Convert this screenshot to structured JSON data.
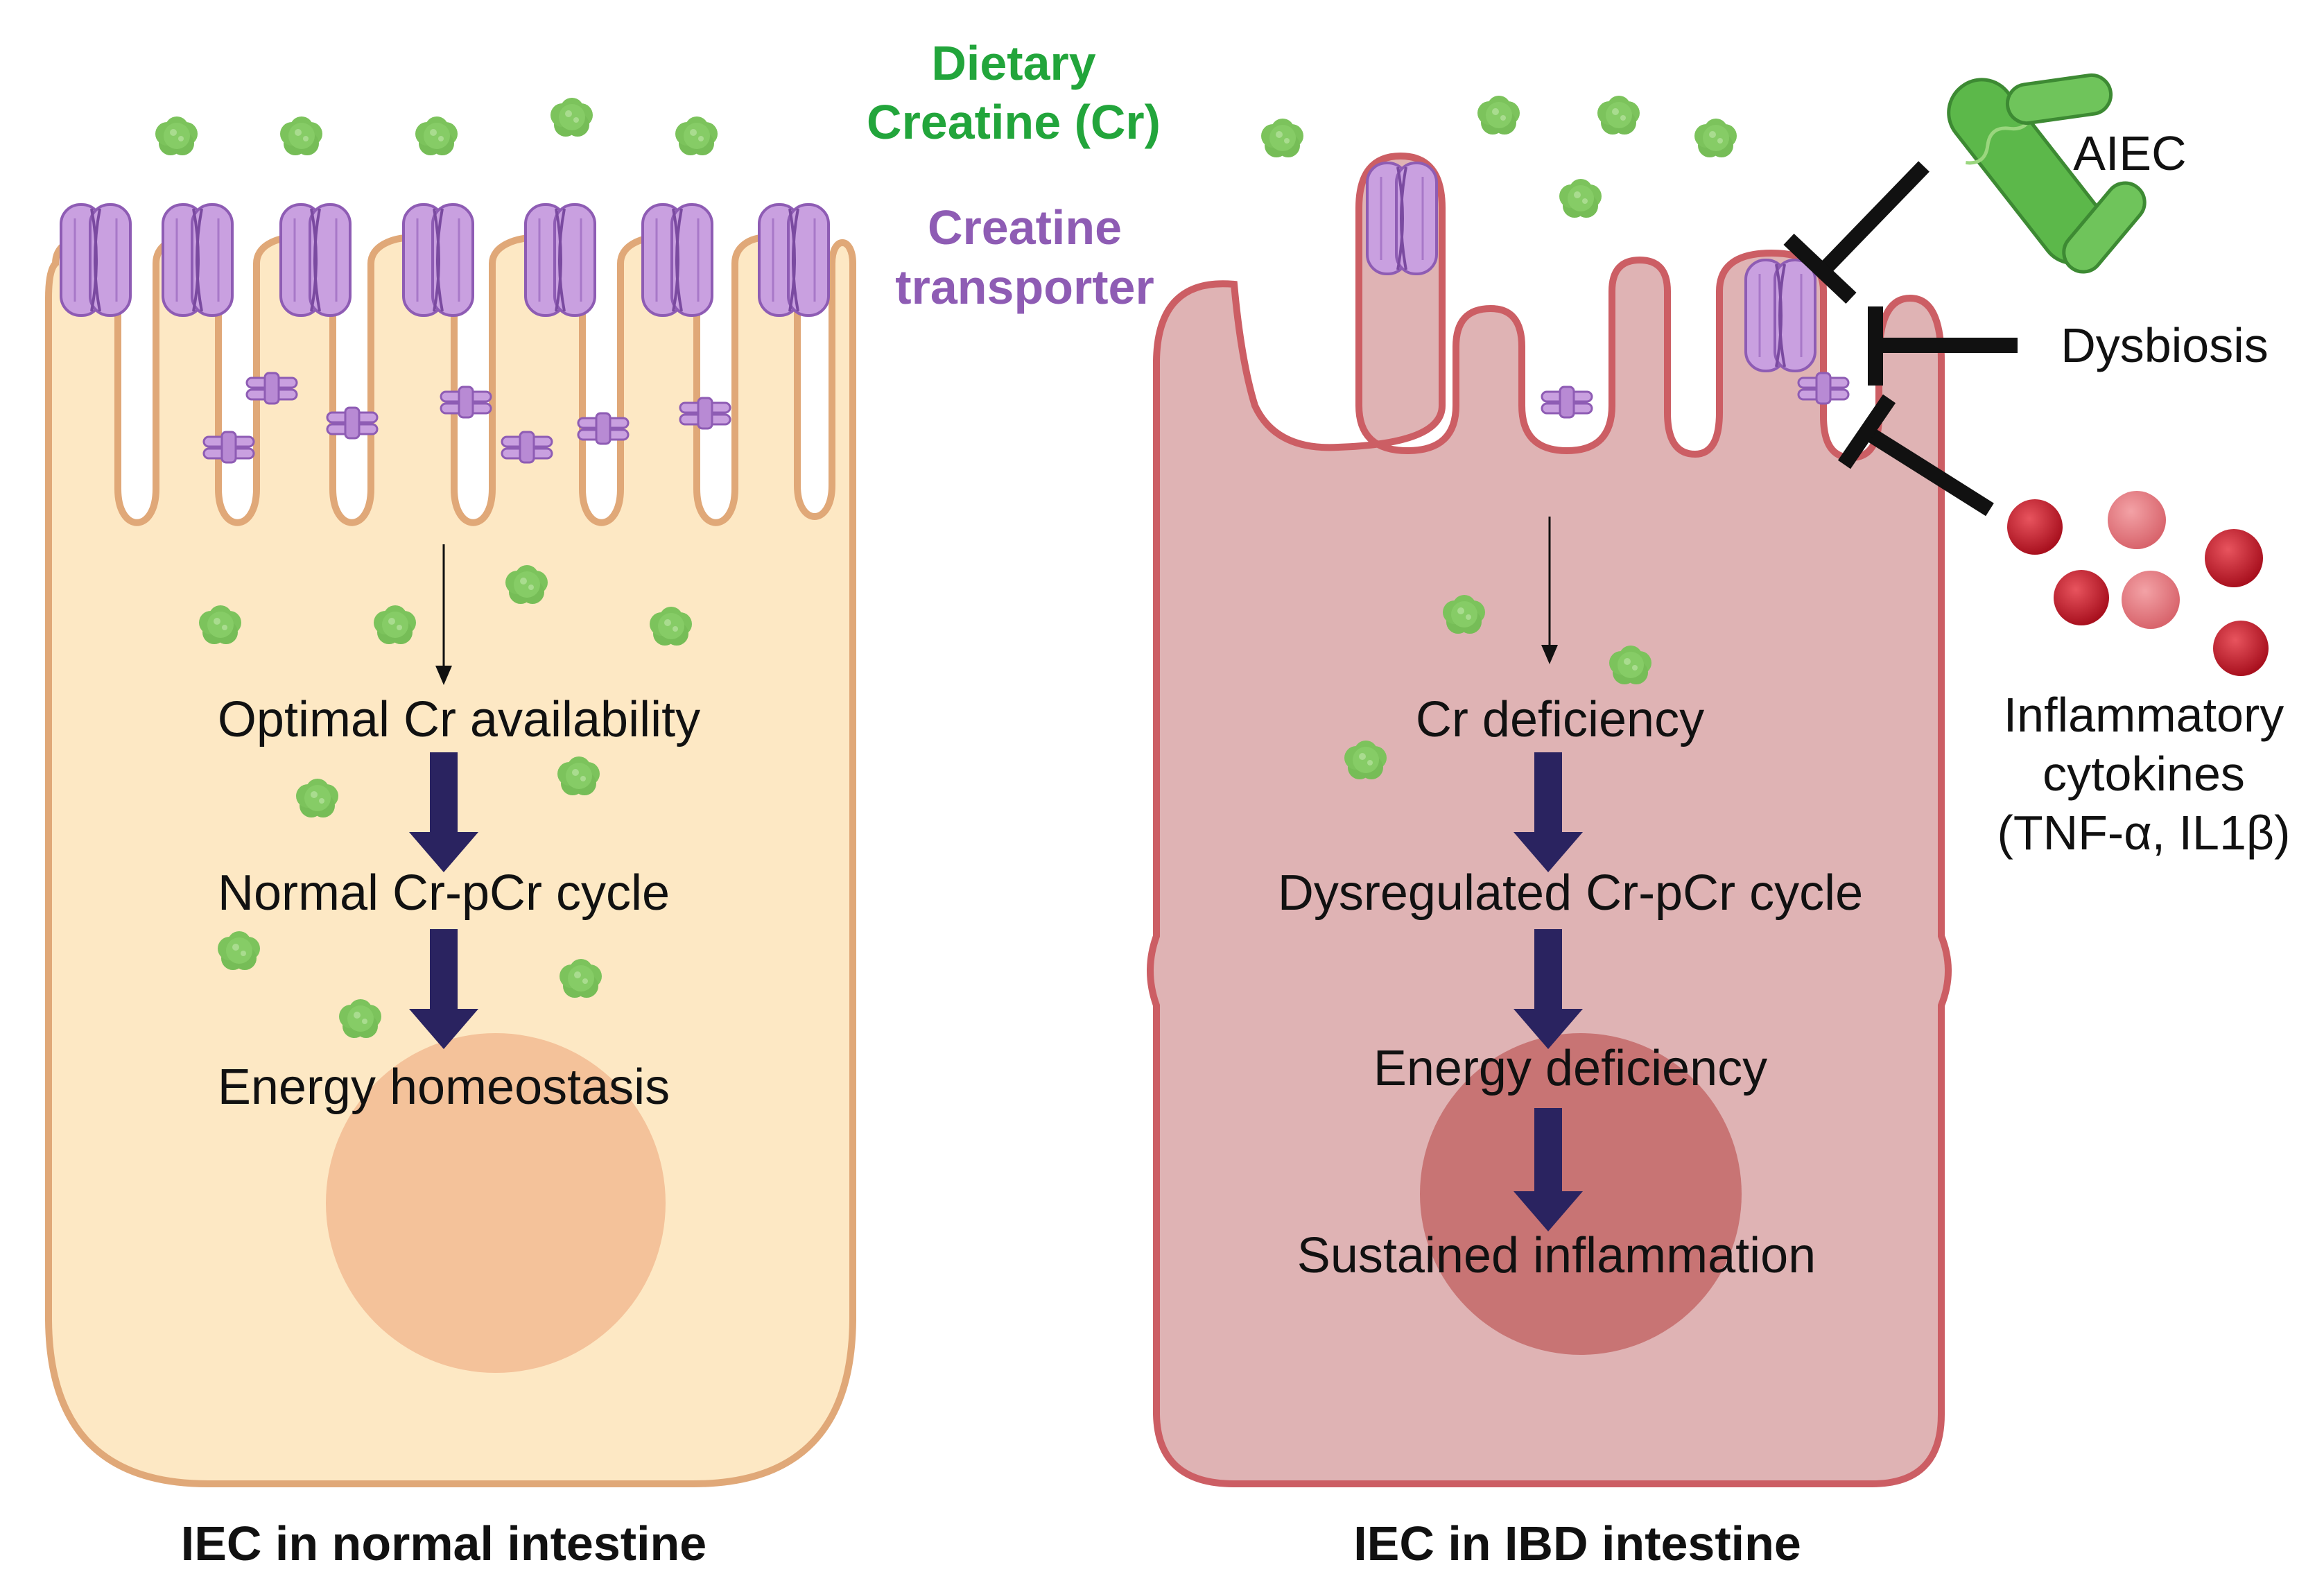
{
  "labels": {
    "dietary_line1": "Dietary",
    "dietary_line2": "Creatine (Cr)",
    "transporter_line1": "Creatine",
    "transporter_line2": "transporter",
    "aiec": "AIEC",
    "dysbiosis": "Dysbiosis",
    "cytokines_line1": "Inflammatory",
    "cytokines_line2": "cytokines",
    "cytokines_line3": "(TNF-α, IL1β)"
  },
  "normal_cell": {
    "caption": "IEC in normal intestine",
    "steps": [
      "Optimal Cr availability",
      "Normal Cr-pCr cycle",
      "Energy homeostasis"
    ]
  },
  "ibd_cell": {
    "caption": "IEC in IBD intestine",
    "steps": [
      "Cr deficiency",
      "Dysregulated Cr-pCr cycle",
      "Energy deficiency",
      "Sustained inflammation"
    ]
  },
  "colors": {
    "creatine_green": "#7cc35c",
    "transporter_purple": "#c9a0e0",
    "normal_cell_fill": "#fde8c4",
    "normal_cell_stroke": "#e0a878",
    "normal_nucleus": "#f4c29a",
    "ibd_cell_fill": "#dfb3b4",
    "ibd_cell_stroke": "#cc5e64",
    "ibd_nucleus": "#c87474",
    "arrow_navy": "#2a2360",
    "cytokine_red": "#c21c2a",
    "bacteria_green": "#5cb84a"
  }
}
